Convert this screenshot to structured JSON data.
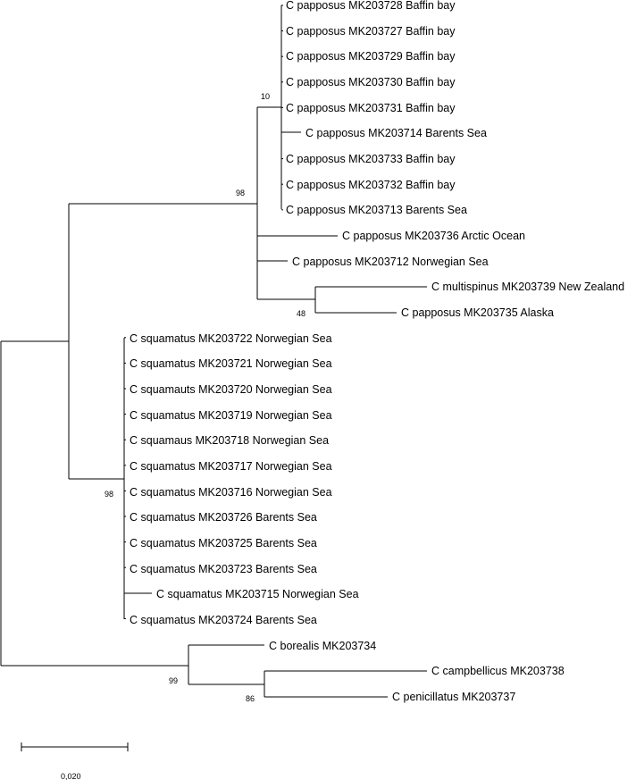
{
  "tree": {
    "leaves": [
      "C papposus MK203728 Baffin bay",
      "C papposus MK203727 Baffin bay",
      "C papposus MK203729 Baffin bay",
      "C papposus MK203730 Baffin bay",
      "C papposus MK203731 Baffin bay",
      "C papposus MK203714 Barents Sea",
      "C papposus MK203733 Baffin bay",
      "C papposus MK203732 Baffin bay",
      "C papposus MK203713 Barents Sea",
      "C papposus MK203736 Arctic Ocean",
      "C papposus MK203712 Norwegian Sea",
      "C multispinus MK203739 New Zealand",
      "C papposus MK203735 Alaska",
      "C squamatus MK203722 Norwegian Sea",
      "C squamatus MK203721 Norwegian Sea",
      "C squamauts MK203720 Norwegian Sea",
      "C squamatus MK203719 Norwegian Sea",
      "C squamaus MK203718 Norwegian Sea",
      "C squamatus MK203717 Norwegian Sea",
      "C squamatus MK203716 Norwegian Sea",
      "C squamatus MK203726 Barents Sea",
      "C squamatus MK203725 Barents Sea",
      "C squamatus MK203723 Barents Sea",
      "C squamatus MK203715 Norwegian Sea",
      "C squamatus MK203724 Barents Sea",
      "C borealis MK203734",
      "C campbellicus MK203738",
      "C penicillatus MK203737"
    ],
    "support": {
      "papposus_core": "10",
      "papposus_clade": "98",
      "multispinus_alaska": "48",
      "squamatus_clade": "98",
      "outgroup_clade": "99",
      "campbellicus_penicillatus": "86"
    },
    "scale_bar": {
      "label": "0,020",
      "length": 0.02
    }
  }
}
